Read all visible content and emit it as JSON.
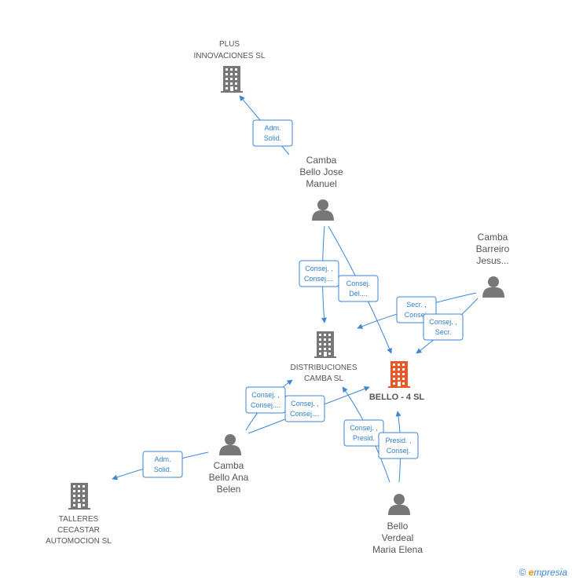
{
  "colors": {
    "edge": "#3a86d8",
    "edge_text": "#2f7fd0",
    "node_icon": "#777777",
    "focus_icon": "#e8582a",
    "label": "#555555"
  },
  "nodes": [
    {
      "id": "plus",
      "type": "company",
      "lines": [
        "PLUS",
        "INNOVACIONES SL"
      ]
    },
    {
      "id": "camba_jose",
      "type": "person",
      "lines": [
        "Camba",
        "Bello Jose",
        "Manuel"
      ]
    },
    {
      "id": "camba_barreiro",
      "type": "person",
      "lines": [
        "Camba",
        "Barreiro",
        "Jesus..."
      ]
    },
    {
      "id": "distribuciones",
      "type": "company",
      "lines": [
        "DISTRIBUCIONES",
        "CAMBA SL"
      ]
    },
    {
      "id": "bello4",
      "type": "focus",
      "lines": [
        "BELLO - 4 SL"
      ]
    },
    {
      "id": "camba_ana",
      "type": "person",
      "lines": [
        "Camba",
        "Bello Ana",
        "Belen"
      ]
    },
    {
      "id": "talleres",
      "type": "company",
      "lines": [
        "TALLERES",
        "CECASTAR",
        "AUTOMOCION SL"
      ]
    },
    {
      "id": "bello_maria",
      "type": "person",
      "lines": [
        "Bello",
        "Verdeal",
        "Maria Elena"
      ]
    }
  ],
  "edges": [
    {
      "id": "e_jose_plus",
      "lines": [
        "Adm.",
        "Solid."
      ]
    },
    {
      "id": "e_jose_dist",
      "lines": [
        "Consej. ,",
        "Consej...."
      ]
    },
    {
      "id": "e_jose_bello4",
      "lines": [
        "Consej.",
        "Del...."
      ]
    },
    {
      "id": "e_barreiro_dist",
      "lines": [
        "Secr. ,",
        "Consej."
      ]
    },
    {
      "id": "e_barreiro_bello4",
      "lines": [
        "Consej. ,",
        "Secr."
      ]
    },
    {
      "id": "e_ana_dist",
      "lines": [
        "Consej. ,",
        "Consej...."
      ]
    },
    {
      "id": "e_ana_bello4",
      "lines": [
        "Consej. ,",
        "Consej...."
      ]
    },
    {
      "id": "e_ana_talleres",
      "lines": [
        "Adm.",
        "Solid."
      ]
    },
    {
      "id": "e_maria_dist",
      "lines": [
        "Consej. ,",
        "Presid."
      ]
    },
    {
      "id": "e_maria_bello4",
      "lines": [
        "Presid. ,",
        "Consej."
      ]
    }
  ],
  "footer": {
    "copyright": "©",
    "brand_initial": "e",
    "brand_rest": "mpresia"
  }
}
